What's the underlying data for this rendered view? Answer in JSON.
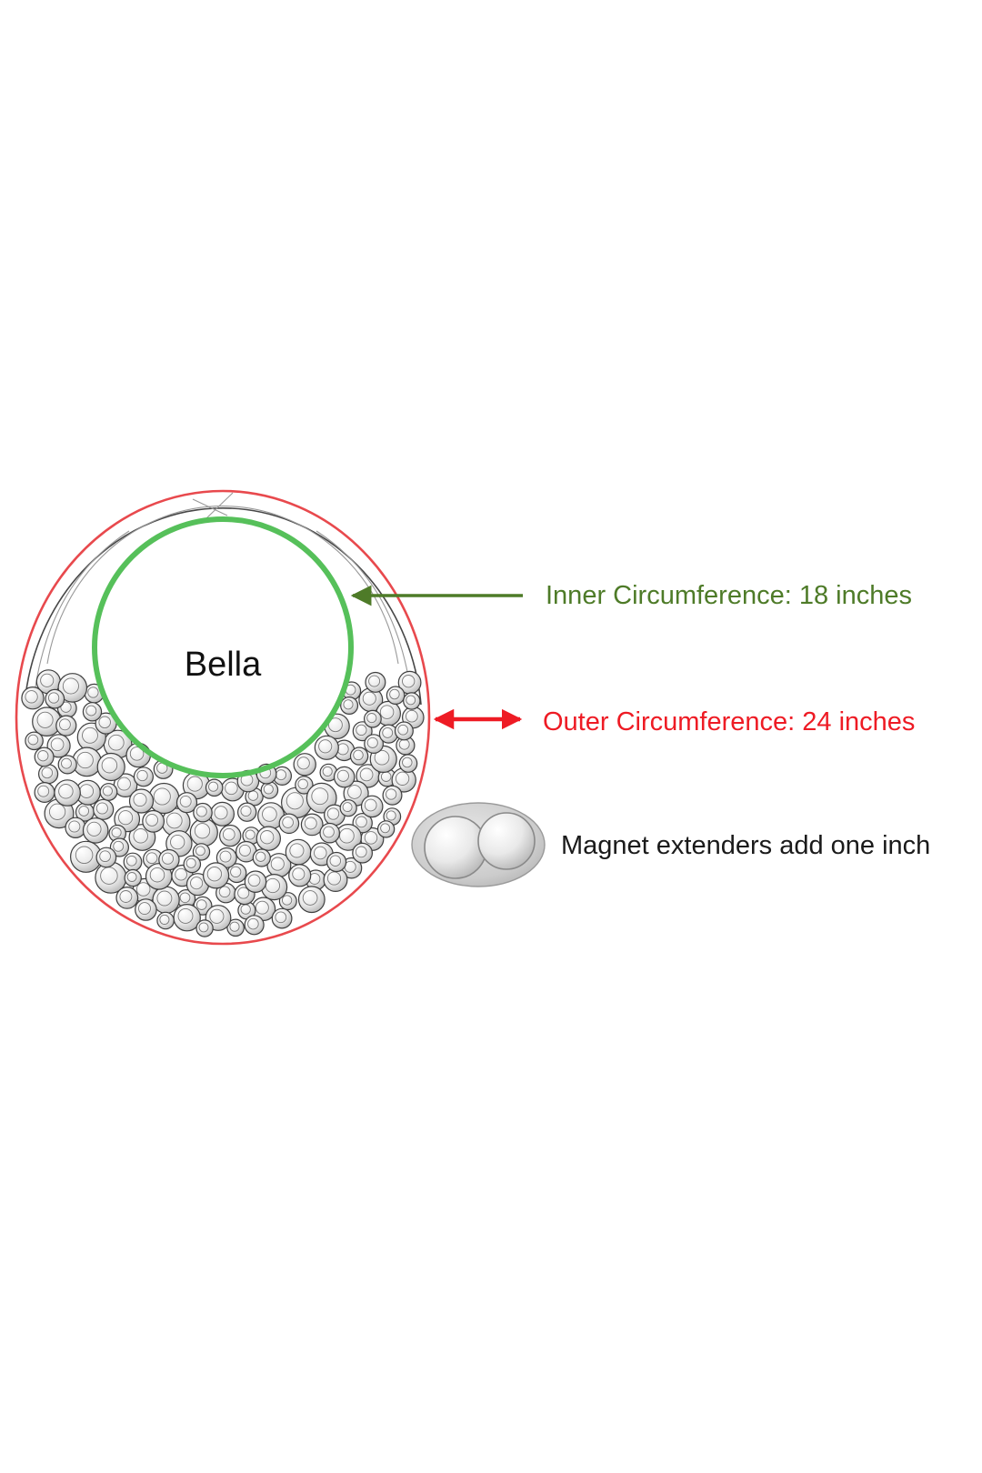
{
  "figure": {
    "necklace_label": "Bella",
    "annotations": {
      "inner": "Inner Circumference: 18 inches",
      "outer": "Outer Circumference: 24 inches",
      "magnet": "Magnet extenders add one inch"
    }
  },
  "colors": {
    "inner_circle_green": "#56c05a",
    "annotation_green": "#4e7b28",
    "annotation_red": "#ee1b24",
    "outer_ellipse_red": "#e8494d",
    "text_black": "#1a1a1a"
  }
}
